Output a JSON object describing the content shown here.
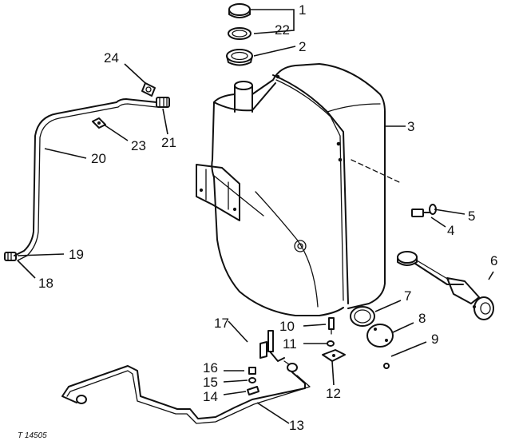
{
  "figure_id": "T 14505",
  "callouts": {
    "c1": "1",
    "c2": "2",
    "c3": "3",
    "c4": "4",
    "c5": "5",
    "c6": "6",
    "c7": "7",
    "c8": "8",
    "c9": "9",
    "c10": "10",
    "c11": "11",
    "c12": "12",
    "c13": "13",
    "c14": "14",
    "c15": "15",
    "c16": "16",
    "c17": "17",
    "c18": "18",
    "c19": "19",
    "c20": "20",
    "c21": "21",
    "c22": "22",
    "c23": "23",
    "c24": "24"
  }
}
